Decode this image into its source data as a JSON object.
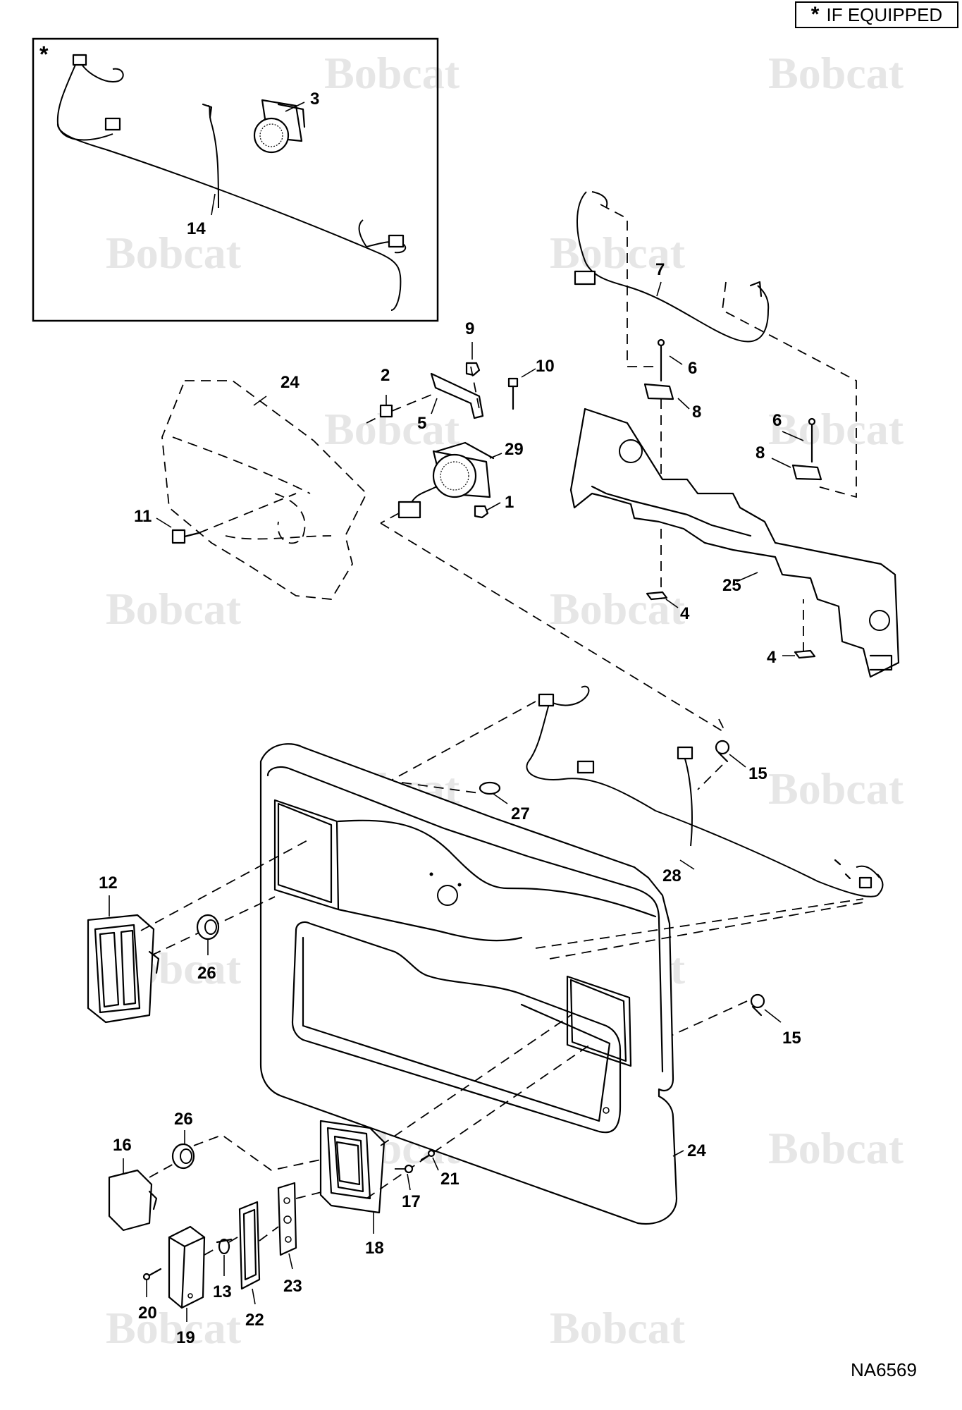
{
  "header": {
    "symbol": "*",
    "text": "IF EQUIPPED"
  },
  "figure_code": "NA6569",
  "inset": {
    "symbol": "*"
  },
  "watermark": "Bobcat",
  "callouts": {
    "c1": "1",
    "c2": "2",
    "c3": "3",
    "c4a": "4",
    "c4b": "4",
    "c5": "5",
    "c6a": "6",
    "c6b": "6",
    "c7": "7",
    "c8a": "8",
    "c8b": "8",
    "c9": "9",
    "c10": "10",
    "c11": "11",
    "c12": "12",
    "c13": "13",
    "c14": "14",
    "c15a": "15",
    "c15b": "15",
    "c16": "16",
    "c17": "17",
    "c18": "18",
    "c19": "19",
    "c20": "20",
    "c21": "21",
    "c22": "22",
    "c23": "23",
    "c24a": "24",
    "c24b": "24",
    "c25": "25",
    "c26a": "26",
    "c26b": "26",
    "c27": "27",
    "c28": "28",
    "c29": "29"
  }
}
